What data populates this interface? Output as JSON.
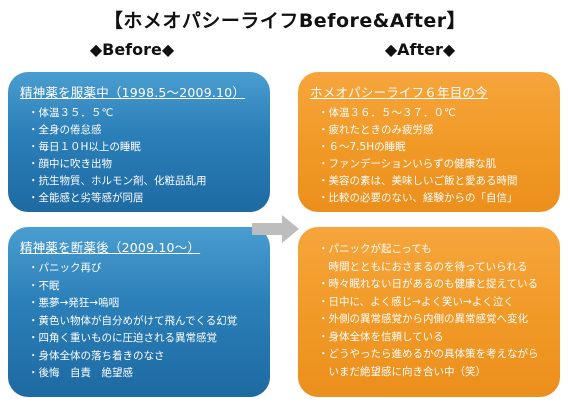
{
  "title": "【ホメオパシーライフBefore&After】",
  "before": {
    "heading": "◆Before◆",
    "top": {
      "title": "精神薬を服薬中",
      "period": "（1998.5～2009.10）",
      "items": [
        "・体温３５．５℃",
        "・全身の倦怠感",
        "・毎日１０H以上の睡眠",
        "・顔中に吹き出物",
        "・抗生物質、ホルモン剤、化粧品乱用",
        "・全能感と劣等感が同居"
      ]
    },
    "bottom": {
      "title": "精神薬を断薬後",
      "period": "（2009.10～）",
      "items": [
        "・パニック再び",
        "・不眠",
        "・悪夢→発狂→嗚咽",
        "・黄色い物体が自分めがけて飛んでくる幻覚",
        "・四角く重いものに圧迫される異常感覚",
        "・身体全体の落ち着きのなさ",
        "・後悔　自責　絶望感"
      ]
    }
  },
  "after": {
    "heading": "◆After◆",
    "top": {
      "title": "ホメオパシーライフ６年目の今",
      "items": [
        "・体温３６．５～３７．０℃",
        "・疲れたときのみ疲労感",
        "・６～7.5Hの睡眠",
        "・ファンデーションいらずの健康な肌",
        "・美容の素は、美味しいご飯と愛ある時間",
        "・比較の必要のない、経験からの「自信」"
      ]
    },
    "bottom": {
      "items": [
        "・パニックが起こっても",
        "　時間とともにおさまるのを待っていられる",
        "・時々眠れない日があるのも健康と捉えている",
        "・日中に、よく感じ→よく笑い→よく泣く",
        "・外側の異常感覚から内側の異常感覚へ変化",
        "・身体全体を信頼している",
        "・どうやったら進めるかの具体策を考えながら",
        "　いまだ絶望感に向き合い中（笑）"
      ]
    }
  },
  "colors": {
    "before_box": "#2b7fb8",
    "after_box": "#f19a28",
    "arrow": "#bdbdbd"
  },
  "icons": {
    "transition": "right-arrow-icon"
  }
}
